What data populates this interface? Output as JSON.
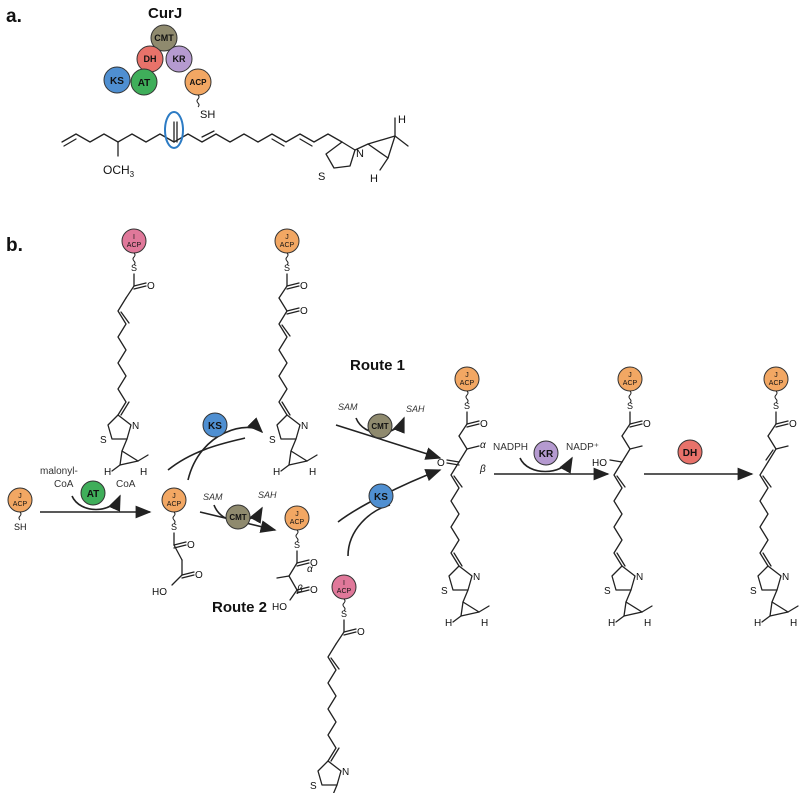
{
  "panels": {
    "a": "a.",
    "b": "b."
  },
  "curj": {
    "title": "CurJ",
    "domains": [
      {
        "key": "KS",
        "label": "KS",
        "color": "#4f8fd1"
      },
      {
        "key": "AT",
        "label": "AT",
        "color": "#3fae5a"
      },
      {
        "key": "DH",
        "label": "DH",
        "color": "#e8726a"
      },
      {
        "key": "CMT",
        "label": "CMT",
        "color": "#8f8a6e"
      },
      {
        "key": "KR",
        "label": "KR",
        "color": "#b59ad0"
      },
      {
        "key": "ACP",
        "label": "ACP",
        "color": "#f2a763"
      }
    ],
    "sh": "SH"
  },
  "structure": {
    "och3": "OCH",
    "och3_sub": "3",
    "n": "N",
    "s": "S",
    "h": "H"
  },
  "acp": {
    "j_letter": "J",
    "i_letter": "I",
    "label": "ACP",
    "j_color": "#f2a763",
    "i_color": "#e0789a"
  },
  "reagents": {
    "malonyl": "malonyl-",
    "coa": "CoA",
    "coa2": "CoA",
    "sam1": "SAM",
    "sah1": "SAH",
    "sam2": "SAM",
    "sah2": "SAH",
    "nadph": "NADPH",
    "nadp": "NADP⁺"
  },
  "enzymes": {
    "at": "AT",
    "ks1": "KS",
    "ks2": "KS",
    "cmt1": "CMT",
    "cmt2": "CMT",
    "kr": "KR",
    "dh": "DH"
  },
  "routes": {
    "route1": "Route 1",
    "route2": "Route 2"
  },
  "atoms": {
    "O": "O",
    "HO": "HO",
    "S": "S",
    "N": "N",
    "H": "H",
    "SH": "SH",
    "alpha": "α",
    "beta": "β"
  },
  "colors": {
    "ks": "#4f8fd1",
    "at": "#3fae5a",
    "dh": "#e8726a",
    "cmt": "#8f8a6e",
    "kr": "#b59ad0",
    "acp_j": "#f2a763",
    "acp_i": "#e0789a",
    "highlight": "#2c7bc4"
  }
}
